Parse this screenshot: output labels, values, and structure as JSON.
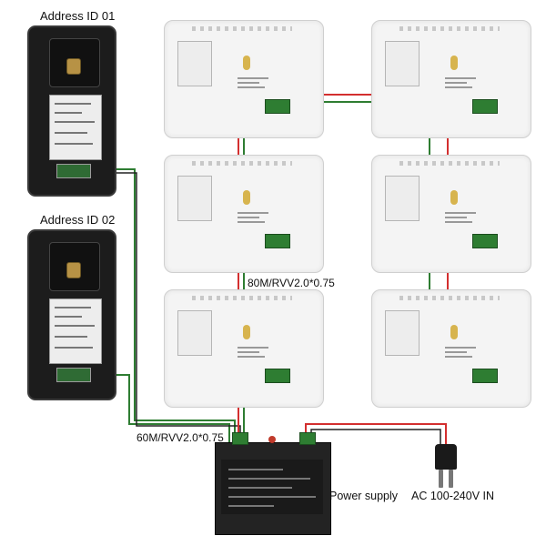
{
  "labels": {
    "address_1": "Address ID 01",
    "address_2": "Address ID 02",
    "cable_indoor": "80M/RVV2.0*0.75",
    "cable_outdoor": "60M/RVV2.0*0.75",
    "power_supply": "Power supply",
    "ac_input": "AC 100-240V IN"
  },
  "colors": {
    "wire_red": "#d32f2f",
    "wire_green": "#2e7d32",
    "wire_black": "#222222",
    "psu_body": "#232323",
    "outdoor_body": "#1c1c1c",
    "indoor_body": "#f4f4f4"
  },
  "components": {
    "outdoor_stations": [
      "outdoor-station-1",
      "outdoor-station-2"
    ],
    "indoor_monitors": [
      "indoor-monitor-1",
      "indoor-monitor-2",
      "indoor-monitor-3",
      "indoor-monitor-4",
      "indoor-monitor-5",
      "indoor-monitor-6"
    ],
    "power_supply_unit": "power-supply",
    "ac_plug": "ac-plug"
  }
}
